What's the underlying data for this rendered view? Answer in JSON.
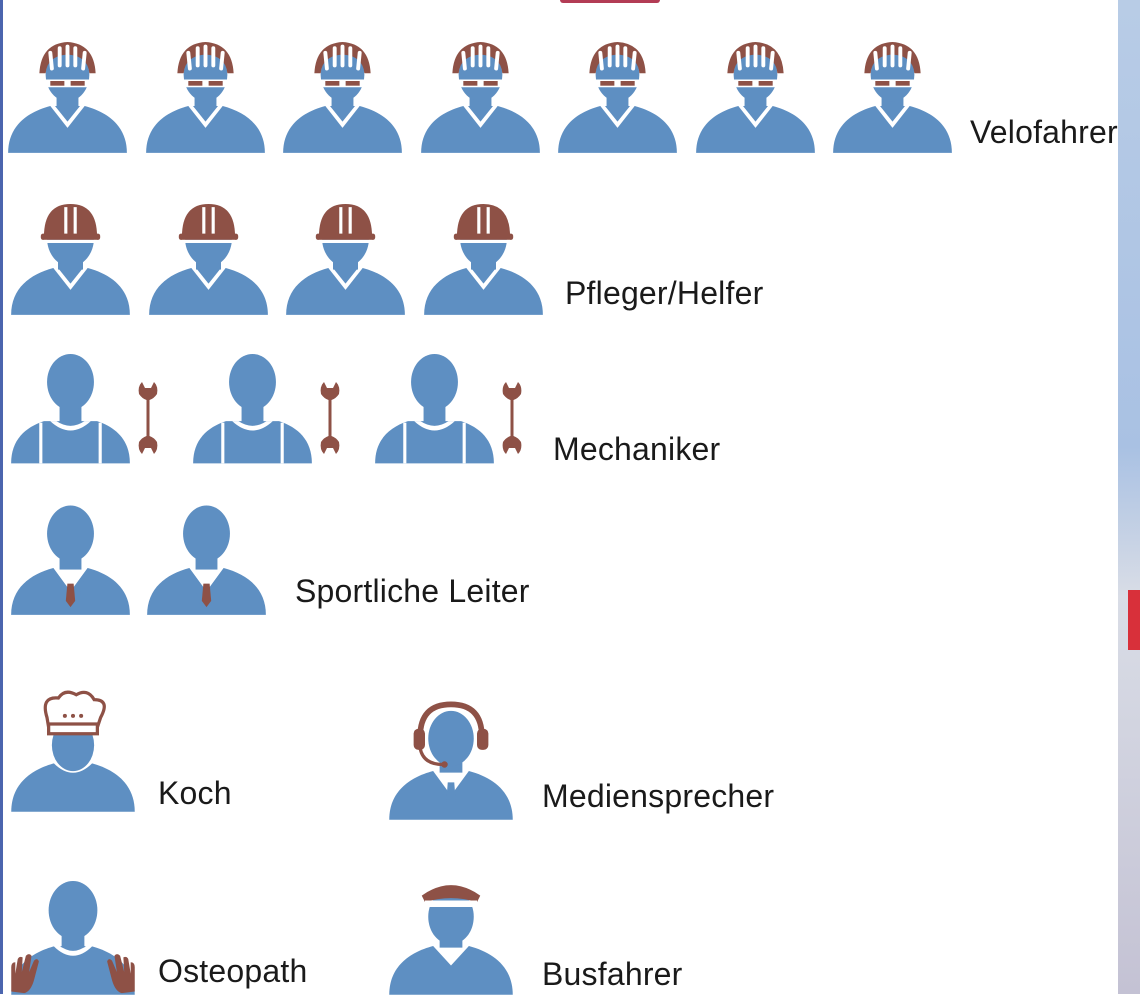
{
  "colors": {
    "figure": "#5e8fc2",
    "accent": "#8e5146",
    "text": "#1a1a1a"
  },
  "rows": [
    {
      "role": "velofahrer",
      "label": "Velofahrer",
      "count": 7,
      "icon": "cyclist-helmet-icon"
    },
    {
      "role": "pfleger",
      "label": "Pfleger/Helfer",
      "count": 4,
      "icon": "hard-hat-helper-icon"
    },
    {
      "role": "mechaniker",
      "label": "Mechaniker",
      "count": 3,
      "icon": "mechanic-wrench-icon"
    },
    {
      "role": "leiter",
      "label": "Sportliche Leiter",
      "count": 2,
      "icon": "director-tie-icon"
    },
    {
      "role": "koch",
      "label": "Koch",
      "count": 1,
      "icon": "chef-hat-icon"
    },
    {
      "role": "mediensprecher",
      "label": "Mediensprecher",
      "count": 1,
      "icon": "headset-spokesperson-icon"
    },
    {
      "role": "osteopath",
      "label": "Osteopath",
      "count": 1,
      "icon": "osteopath-hands-icon"
    },
    {
      "role": "busfahrer",
      "label": "Busfahrer",
      "count": 1,
      "icon": "bus-driver-cap-icon"
    }
  ]
}
